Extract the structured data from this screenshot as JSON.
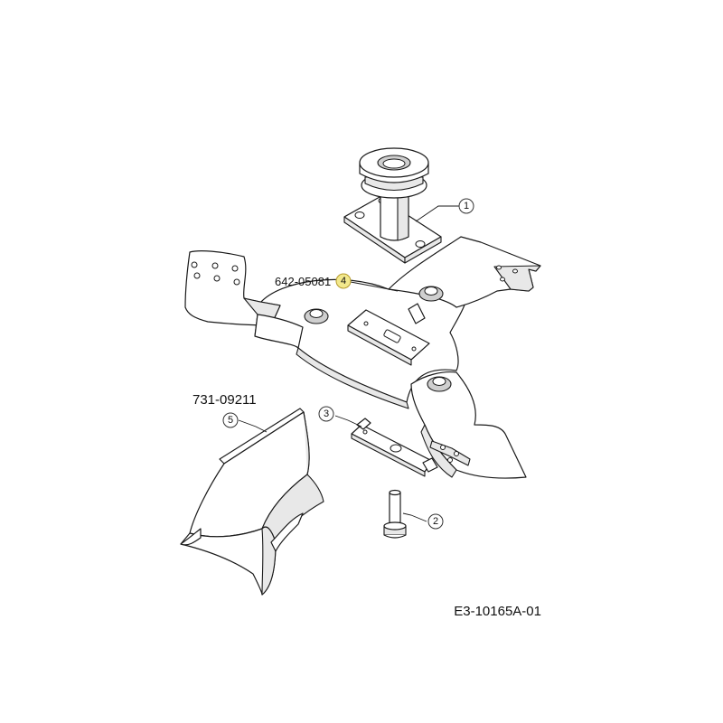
{
  "diagram": {
    "part_numbers": {
      "blade_assembly": "642-05081",
      "deflector": "731-09211"
    },
    "drawing_ref": "E3-10165A-01",
    "callouts": [
      {
        "id": "1",
        "highlighted": false
      },
      {
        "id": "2",
        "highlighted": false
      },
      {
        "id": "3",
        "highlighted": false
      },
      {
        "id": "4",
        "highlighted": true
      },
      {
        "id": "5",
        "highlighted": false
      }
    ],
    "colors": {
      "highlight_fill": "#f2e88c",
      "highlight_stroke": "#b59a2c",
      "line": "#1a1a1a"
    }
  }
}
